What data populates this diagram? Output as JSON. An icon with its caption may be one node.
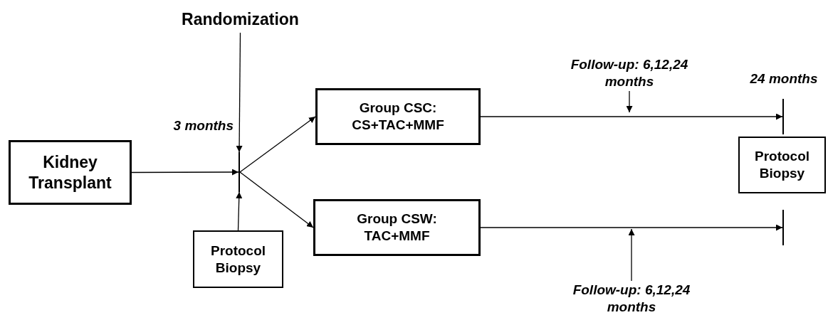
{
  "diagram": {
    "nodes": [
      {
        "text": [
          "Kidney Transplant"
        ]
      },
      {
        "text": [
          "Randomization"
        ]
      },
      {
        "text": [],
        "shape": "bar",
        "beside": [
          "3 months"
        ]
      },
      {
        "text": [
          "Protocol Biopsy"
        ]
      },
      {
        "text": [
          "Group CSC: CS+TAC+MMF"
        ]
      },
      {
        "text": [
          "Group CSW: TAC+MMF"
        ]
      },
      {
        "text": [
          "Follow-up: 6,12,24 months"
        ]
      },
      {
        "text": [
          "Follow-up: 6,12,24 months"
        ]
      },
      {
        "text": [],
        "shape": "bar",
        "beside": [
          "24 months"
        ]
      },
      {
        "text": [
          "Protocol Biopsy"
        ]
      },
      {
        "text": [],
        "shape": "bar"
      }
    ],
    "edges": [
      {
        "from": 0,
        "to": 2,
        "arrow": "to"
      },
      {
        "from": 1,
        "to": 2,
        "arrow": "to"
      },
      {
        "from": 3,
        "to": 2,
        "arrow": "to"
      },
      {
        "from": 2,
        "to": 4,
        "arrow": "to"
      },
      {
        "from": 2,
        "to": 5,
        "arrow": "to"
      },
      {
        "from": 4,
        "to": 8,
        "arrow": "to"
      },
      {
        "from": 5,
        "to": 10,
        "arrow": "to"
      },
      {
        "from": 6,
        "to": null,
        "arrow": "to"
      },
      {
        "from": 7,
        "to": null,
        "arrow": "to"
      }
    ]
  }
}
